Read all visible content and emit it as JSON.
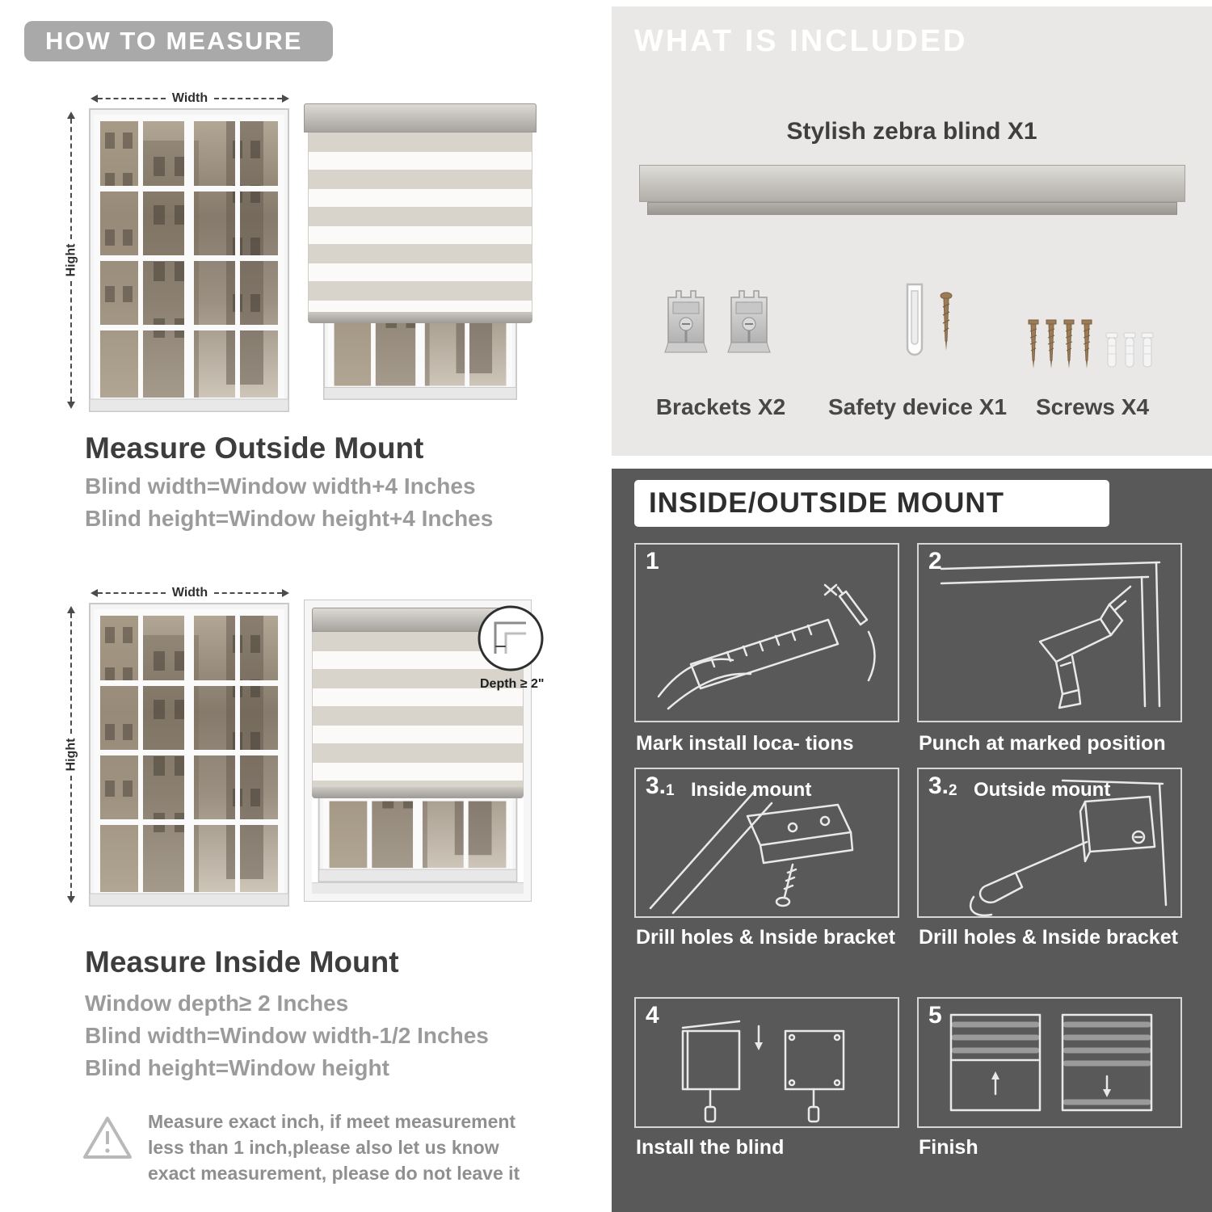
{
  "colors": {
    "banner_gray": "#a9a9a9",
    "light_panel_bg": "#e9e8e6",
    "dark_panel_bg": "#595959",
    "heading_text": "#3d3d3d",
    "muted_text": "#9b9b9b",
    "caption_text": "#ffffff"
  },
  "measure": {
    "banner": "HOW TO MEASURE",
    "outside": {
      "width_label": "Width",
      "height_label": "Hight",
      "heading": "Measure Outside Mount",
      "lines": [
        "Blind width=Window width+4 Inches",
        "Blind height=Window height+4 Inches"
      ]
    },
    "inside": {
      "width_label": "Width",
      "height_label": "Hight",
      "depth_callout": "Depth ≥ 2\"",
      "heading": "Measure Inside Mount",
      "lines": [
        "Window depth≥ 2 Inches",
        "Blind width=Window width-1/2 Inches",
        "Blind height=Window height"
      ]
    },
    "note": "Measure exact inch, if meet measurement less than 1 inch,please also let us know exact measurement, please do not leave it"
  },
  "included": {
    "banner": "WHAT IS INCLUDED",
    "product_label": "Stylish zebra blind X1",
    "items": [
      {
        "label": "Brackets X2",
        "icon": "bracket-icon"
      },
      {
        "label": "Safety device X1",
        "icon": "safety-device-icon"
      },
      {
        "label": "Screws X4",
        "icon": "screw-icon"
      }
    ]
  },
  "mount": {
    "banner": "INSIDE/OUTSIDE MOUNT",
    "steps": [
      {
        "num": "1",
        "sub": "",
        "inner_label": "",
        "caption": "Mark install loca- tions"
      },
      {
        "num": "2",
        "sub": "",
        "inner_label": "",
        "caption": "Punch at  marked position"
      },
      {
        "num": "3.",
        "sub": "1",
        "inner_label": "Inside mount",
        "caption": "Drill holes &  Inside bracket"
      },
      {
        "num": "3.",
        "sub": "2",
        "inner_label": "Outside mount",
        "caption": "Drill holes &  Inside bracket"
      },
      {
        "num": "4",
        "sub": "",
        "inner_label": "",
        "caption": "Install the blind"
      },
      {
        "num": "5",
        "sub": "",
        "inner_label": "",
        "caption": "Finish"
      }
    ]
  }
}
